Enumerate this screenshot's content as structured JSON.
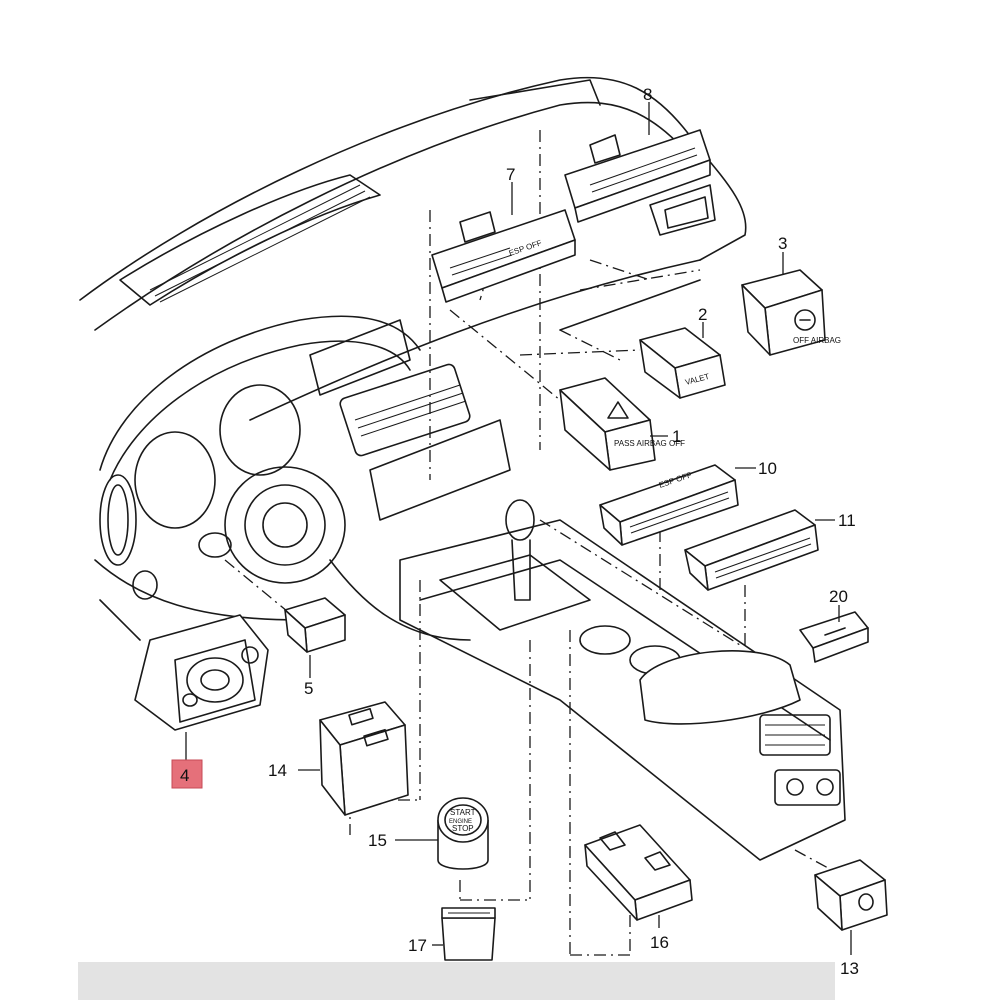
{
  "callouts": {
    "c1": "1",
    "c2": "2",
    "c3": "3",
    "c4": "4",
    "c5": "5",
    "c7": "7",
    "c8": "8",
    "c10": "10",
    "c11": "11",
    "c13": "13",
    "c14": "14",
    "c15": "15",
    "c16": "16",
    "c17": "17",
    "c20": "20"
  },
  "part_labels": {
    "esp_off_7": "ESP OFF",
    "esp_off_10": "ESP OFF",
    "valet": "VALET",
    "pass_airbag_off_1": "PASS AIRBAG OFF",
    "off_airbag_3": "OFF AIRBAG",
    "start": "START",
    "engine": "ENGINE",
    "stop": "STOP"
  },
  "highlight": {
    "callout": "4",
    "color": "#e5707a"
  }
}
